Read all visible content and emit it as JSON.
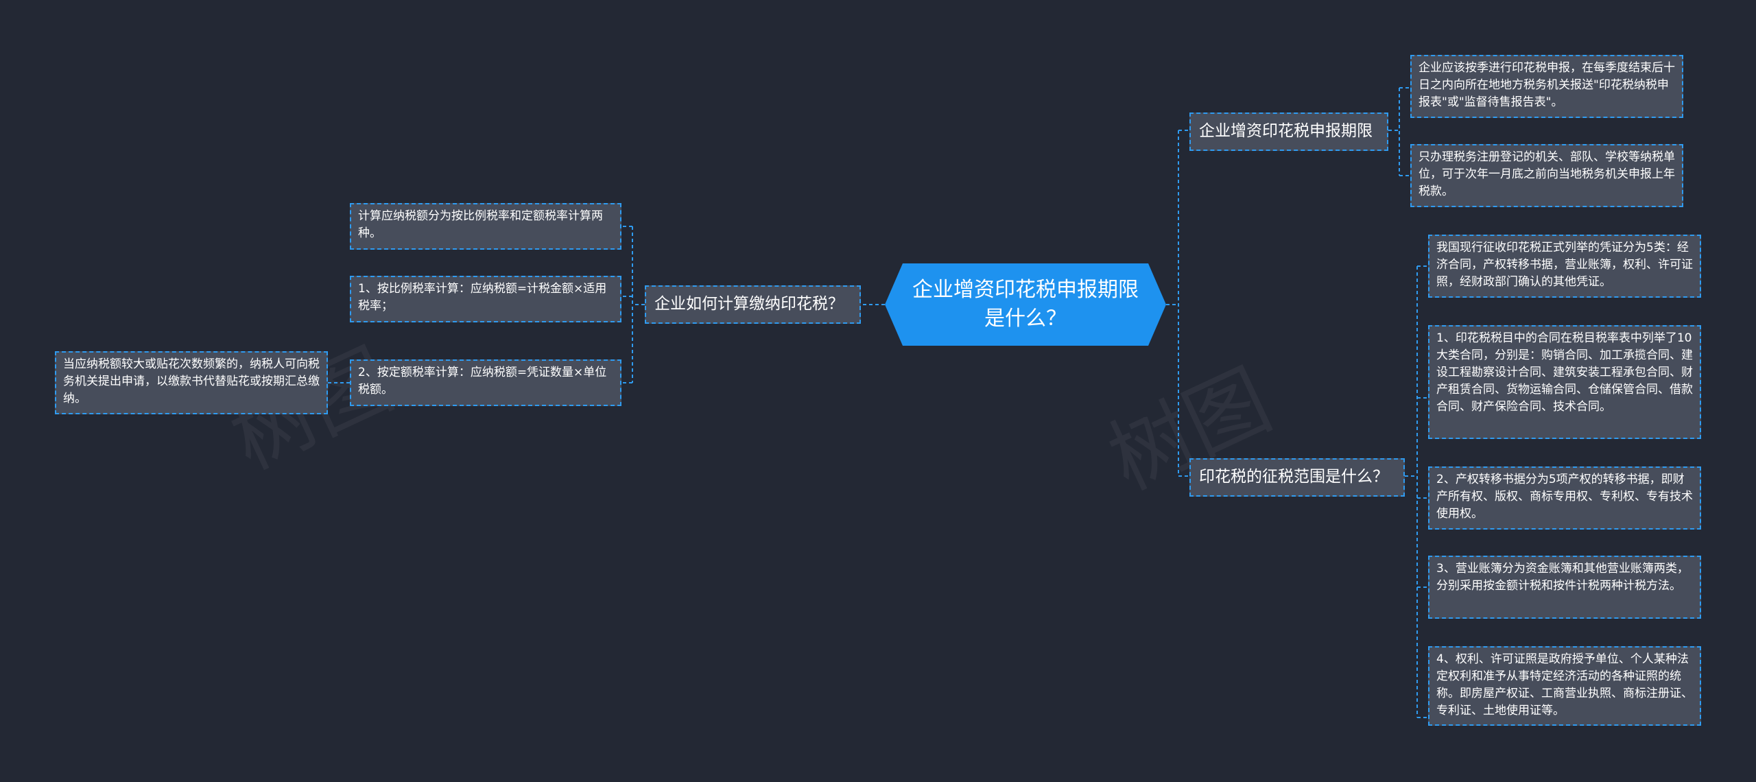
{
  "root": {
    "title": "企业增资印花税申报期限\n是什么？"
  },
  "branches": {
    "left": {
      "label": "企业如何计算缴纳印花税？",
      "children": [
        {
          "text": "计算应纳税额分为按比例税率和定额税率计算两种。"
        },
        {
          "text": "1、按比例税率计算：应纳税额=计税金额×适用税率；"
        },
        {
          "text": "2、按定额税率计算：应纳税额=凭证数量×单位税额。"
        }
      ],
      "sub_child": {
        "text": "当应纳税额较大或贴花次数频繁的，纳税人可向税务机关提出申请，以缴款书代替贴花或按期汇总缴纳。"
      }
    },
    "right_top": {
      "label": "企业增资印花税申报期限",
      "children": [
        {
          "text": "企业应该按季进行印花税申报，在每季度结束后十日之内向所在地地方税务机关报送\"印花税纳税申报表\"或\"监督待售报告表\"。"
        },
        {
          "text": "只办理税务注册登记的机关、部队、学校等纳税单位，可于次年一月底之前向当地税务机关申报上年税款。"
        }
      ]
    },
    "right_bottom": {
      "label": "印花税的征税范围是什么？",
      "children": [
        {
          "text": "我国现行征收印花税正式列举的凭证分为5类：经济合同，产权转移书据，营业账簿，权利、许可证照，经财政部门确认的其他凭证。"
        },
        {
          "text": "1、印花税税目中的合同在税目税率表中列举了10大类合同，分别是：购销合同、加工承揽合同、建设工程勘察设计合同、建筑安装工程承包合同、财产租赁合同、货物运输合同、仓储保管合同、借款合同、财产保险合同、技术合同。"
        },
        {
          "text": "2、产权转移书据分为5项产权的转移书据，即财产所有权、版权、商标专用权、专利权、专有技术使用权。"
        },
        {
          "text": "3、营业账簿分为资金账簿和其他营业账簿两类，分别采用按金额计税和按件计税两种计税方法。"
        },
        {
          "text": "4、权利、许可证照是政府授予单位、个人某种法定权利和准予从事特定经济活动的各种证照的统称。即房屋产权证、工商营业执照、商标注册证、专利证、土地使用证等。"
        }
      ]
    }
  },
  "colors": {
    "background": "#232834",
    "node_fill": "#474d5b",
    "accent": "#1e92ef",
    "connector": "#2f9bf0"
  }
}
